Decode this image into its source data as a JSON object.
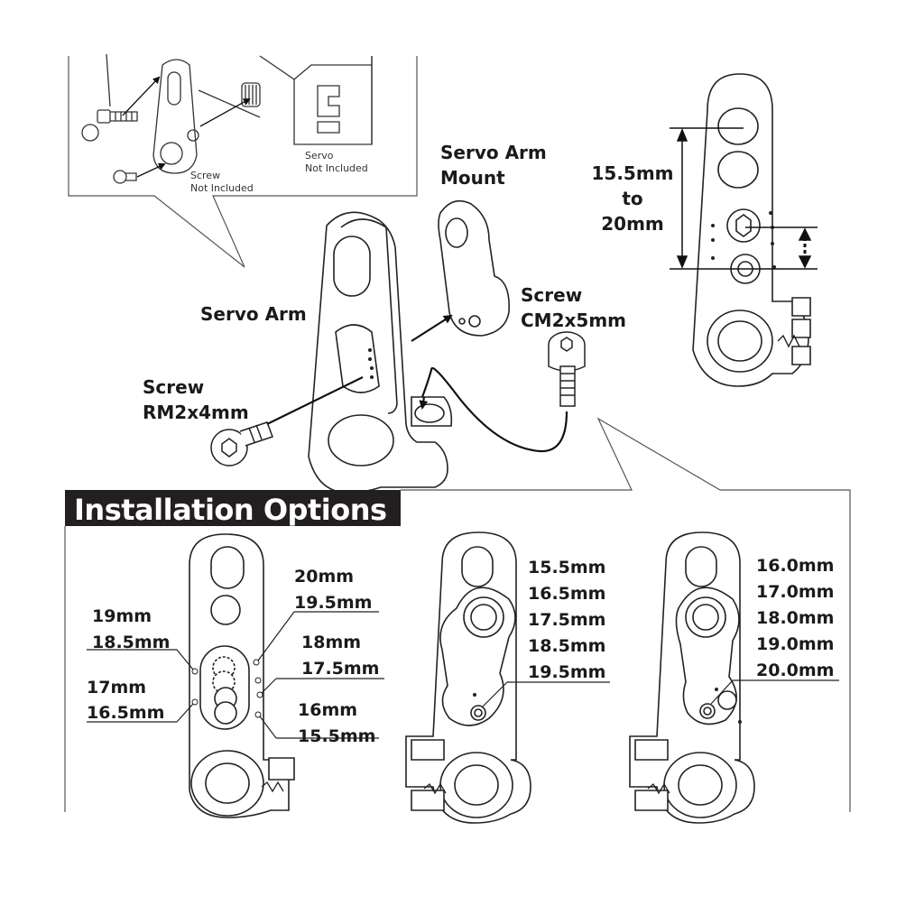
{
  "inset": {
    "screw_note": "Screw\nNot Included",
    "servo_note": "Servo\nNot Included"
  },
  "labels": {
    "servo_arm": "Servo Arm",
    "servo_arm_mount": "Servo Arm\nMount",
    "screw_cm": "Screw\nCM2x5mm",
    "screw_rm": "Screw\nRM2x4mm",
    "range": "15.5mm\nto\n20mm"
  },
  "installation": {
    "title": "Installation Options",
    "option1": {
      "left": [
        "19mm",
        "18.5mm",
        "17mm",
        "16.5mm"
      ],
      "right": [
        "20mm",
        "19.5mm",
        "18mm",
        "17.5mm",
        "16mm",
        "15.5mm"
      ]
    },
    "option2": [
      "15.5mm",
      "16.5mm",
      "17.5mm",
      "18.5mm",
      "19.5mm"
    ],
    "option3": [
      "16.0mm",
      "17.0mm",
      "18.0mm",
      "19.0mm",
      "20.0mm"
    ]
  }
}
